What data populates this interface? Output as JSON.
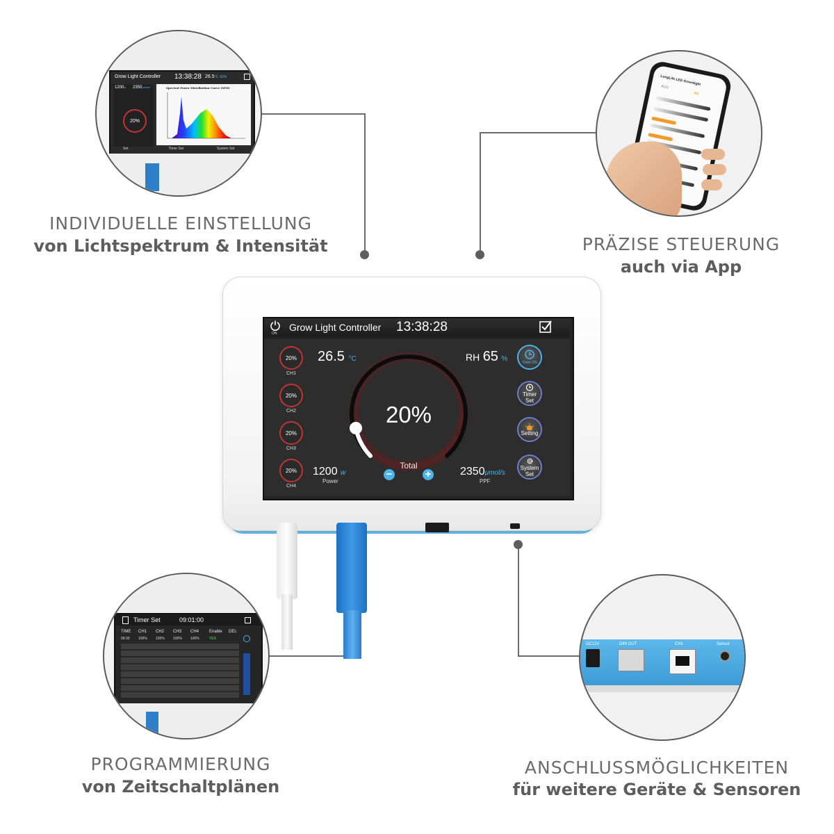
{
  "captions": {
    "top_left": {
      "line1": "INDIVIDUELLE EINSTELLUNG",
      "line2": "von Lichtspektrum & Intensität"
    },
    "top_right": {
      "line1": "PRÄZISE STEUERUNG",
      "line2": "auch via App"
    },
    "bottom_left": {
      "line1": "PROGRAMMIERUNG",
      "line2": "von Zeitschaltplänen"
    },
    "bottom_right": {
      "line1": "ANSCHLUSSMÖGLICHKEITEN",
      "line2": "für weitere Geräte & Sensoren"
    }
  },
  "device": {
    "title": "Grow Light Controller",
    "time": "13:38:28",
    "power_label": "ON",
    "temperature": "26.5",
    "temperature_unit": "°C",
    "humidity_label": "RH",
    "humidity": "65",
    "humidity_unit": "%",
    "total_percent": "20%",
    "total_label": "Total",
    "power_value": "1200",
    "power_unit": "w",
    "power_caption": "Power",
    "ppf_value": "2350",
    "ppf_unit": "μmol/s",
    "ppf_caption": "PPF",
    "channels": [
      {
        "label": "CH1",
        "value": "20%"
      },
      {
        "label": "CH2",
        "value": "20%"
      },
      {
        "label": "CH3",
        "value": "20%"
      },
      {
        "label": "CH4",
        "value": "20%"
      }
    ],
    "side_buttons": [
      {
        "name": "timer-on-button",
        "label": "Timer ON",
        "icon": "clock-icon"
      },
      {
        "name": "timer-set-button",
        "label": "Timer Set",
        "icon": "alarm-icon"
      },
      {
        "name": "setting-button",
        "label": "Setting",
        "icon": "sun-icon"
      },
      {
        "name": "system-set-button",
        "label": "System Set",
        "icon": "gear-icon"
      }
    ],
    "minus_symbol": "−",
    "plus_symbol": "+"
  },
  "inset_spectrum": {
    "title": "Grow Light Controller",
    "time": "13:38:28",
    "temp": "26.5",
    "temp_unit": "°C",
    "rh": "65%",
    "power": "1200",
    "power_unit": "w",
    "ppf": "2350",
    "ppf_unit": "μmol/s",
    "chart_title": "Spectral Power Distribution Curve (SPD)",
    "dial": "20%",
    "tabs": [
      "Set",
      "Timer Set",
      "System Set"
    ]
  },
  "inset_app": {
    "app_title": "LongLife LED Greenlight",
    "off_label": "AUS",
    "on_label": "AN"
  },
  "inset_timer": {
    "title": "Timer  Set",
    "time": "09:01:00",
    "columns": [
      "TIME",
      "CH1",
      "CH2",
      "CH3",
      "CH4",
      "Enable",
      "DEL"
    ],
    "row": [
      "08:30",
      "100%",
      "100%",
      "100%",
      "100%",
      "YES",
      ""
    ]
  },
  "inset_ports": {
    "ports": [
      "DC12V",
      "DIM OUT",
      "CH1",
      "Sensor"
    ]
  },
  "colors": {
    "accent_blue": "#4db4e8",
    "dial_red": "#c23434",
    "device_blue": "#3a9ad8"
  }
}
